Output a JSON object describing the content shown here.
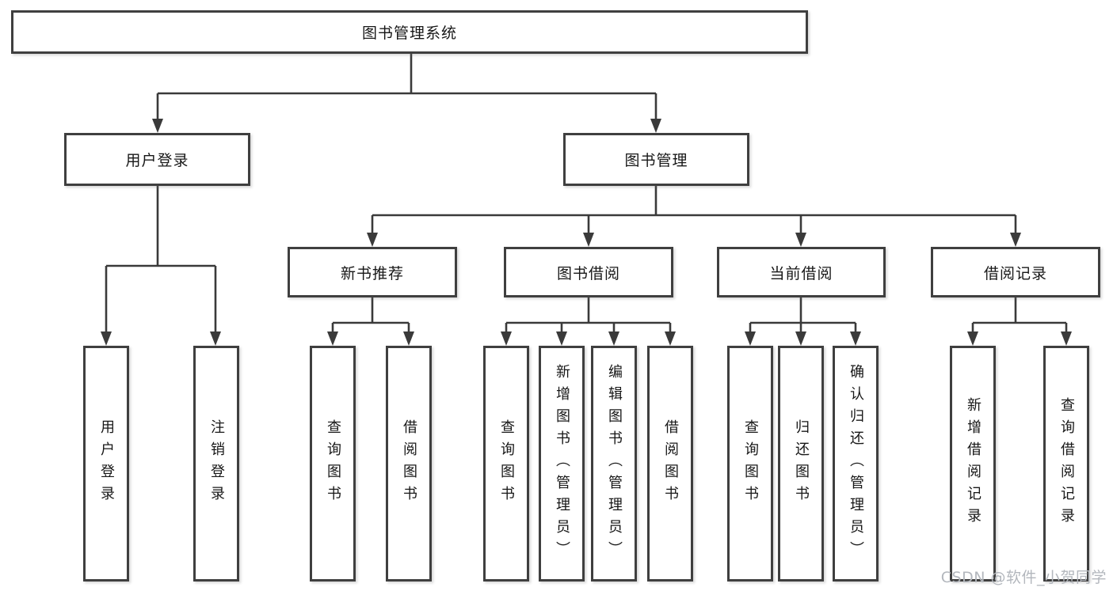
{
  "diagram": {
    "root": {
      "label": "图书管理系统"
    },
    "level2": [
      {
        "label": "用户登录"
      },
      {
        "label": "图书管理"
      }
    ],
    "level3": [
      {
        "label": "新书推荐"
      },
      {
        "label": "图书借阅"
      },
      {
        "label": "当前借阅"
      },
      {
        "label": "借阅记录"
      }
    ],
    "leaves": [
      {
        "label": "用户登录"
      },
      {
        "label": "注销登录"
      },
      {
        "label": "查询图书"
      },
      {
        "label": "借阅图书"
      },
      {
        "label": "查询图书"
      },
      {
        "label": "新增图书（管理员）"
      },
      {
        "label": "编辑图书（管理员）"
      },
      {
        "label": "借阅图书"
      },
      {
        "label": "查询图书"
      },
      {
        "label": "归还图书"
      },
      {
        "label": "确认归还（管理员）"
      },
      {
        "label": "新增借阅记录"
      },
      {
        "label": "查询借阅记录"
      }
    ]
  },
  "watermark": {
    "text": "CSDN @软件_小贺同学"
  },
  "colors": {
    "line": "#3a3a3a",
    "border": "#3f3f3f",
    "text": "#171717",
    "watermark": "#b3b7bd",
    "background": "#ffffff"
  }
}
